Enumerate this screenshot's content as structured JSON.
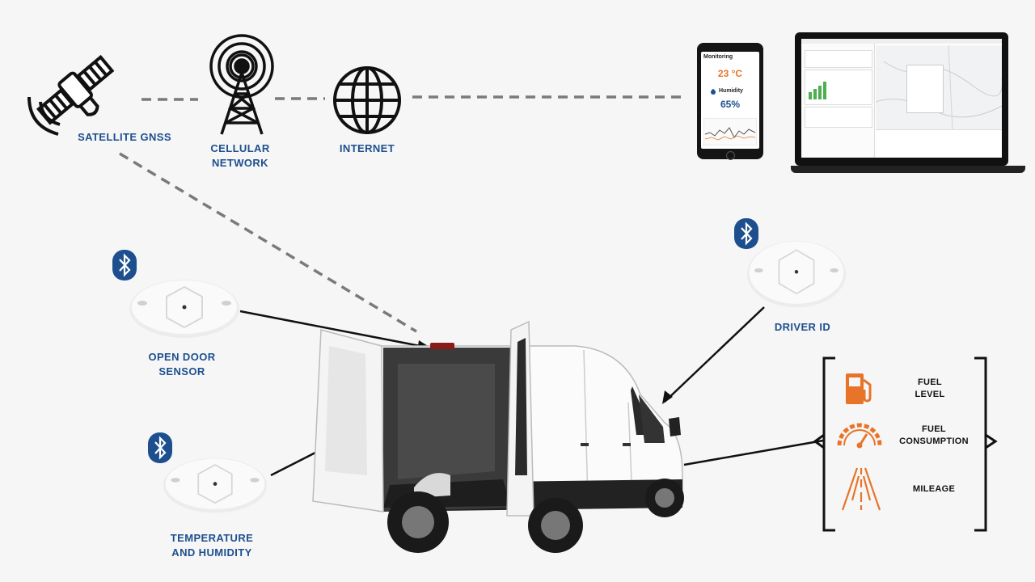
{
  "network": {
    "satellite_label": "SATELLITE GNSS",
    "cellular_label_1": "CELLULAR",
    "cellular_label_2": "NETWORK",
    "internet_label": "INTERNET"
  },
  "phone": {
    "title": "Monitoring",
    "temperature": "23 °C",
    "humidity_label": "Humidity",
    "humidity": "65%"
  },
  "sensors": {
    "door_1": "OPEN DOOR",
    "door_2": "SENSOR",
    "temp_1": "TEMPERATURE",
    "temp_2": "AND HUMIDITY",
    "driver": "DRIVER ID"
  },
  "vehicle_data": {
    "fuel_level_1": "FUEL",
    "fuel_level_2": "LEVEL",
    "fuel_consumption_1": "FUEL",
    "fuel_consumption_2": "CONSUMPTION",
    "mileage": "MILEAGE"
  },
  "colors": {
    "label_blue": "#1d4f8f",
    "accent_orange": "#e8742a",
    "bluetooth_blue": "#1d4f8f"
  }
}
